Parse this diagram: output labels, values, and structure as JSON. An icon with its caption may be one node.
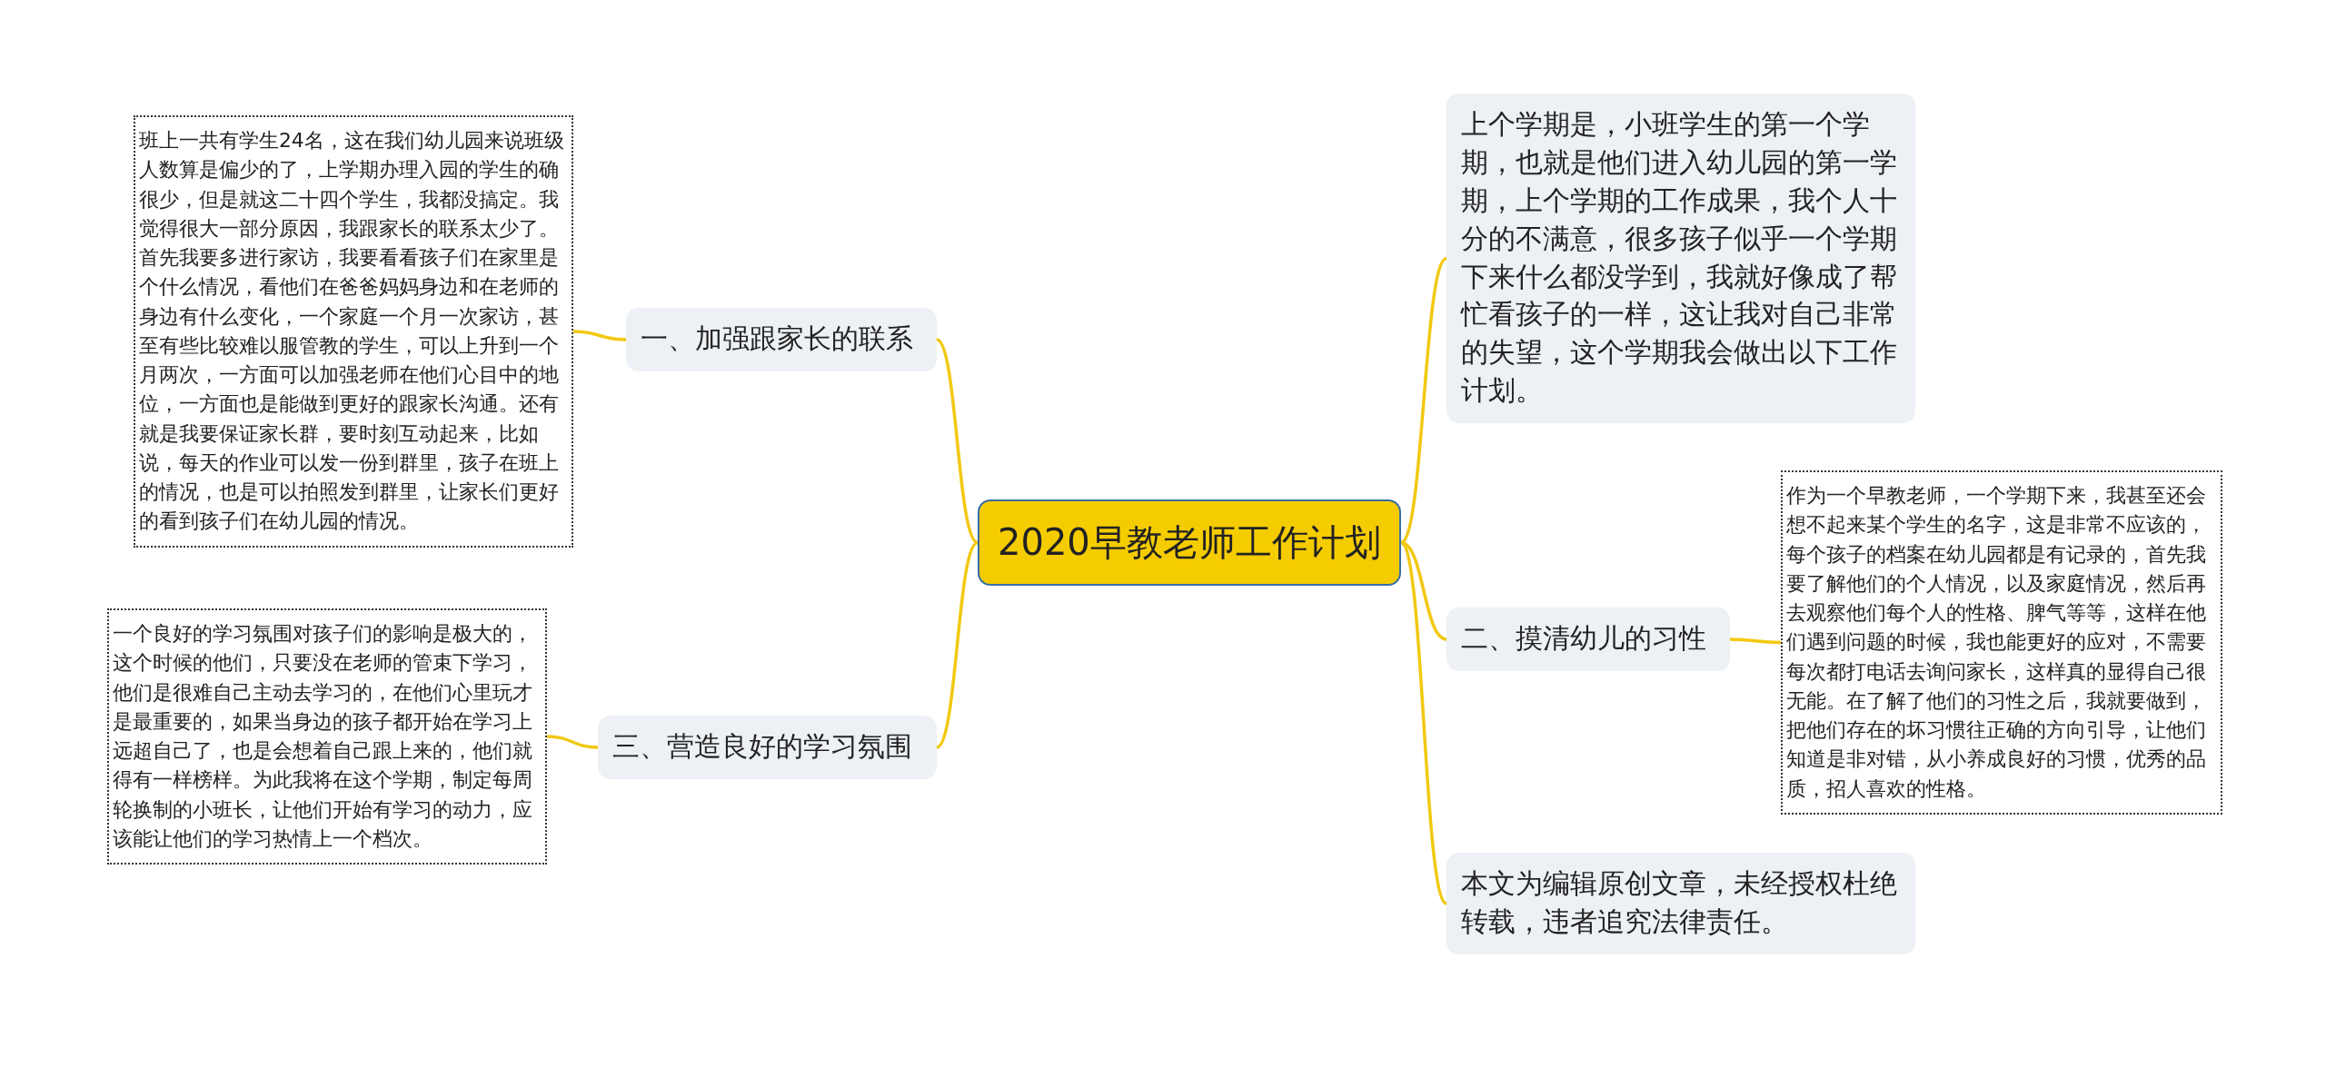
{
  "diagram": {
    "nodes": [
      {
        "text": [
          "2020早教老师工作计划"
        ]
      },
      {
        "text": [
          "一、加强跟家长的联系"
        ]
      },
      {
        "text": [
          "班上一共有学生24名，这在我们幼儿园来说班级人数算是偏少的了，上学期办理入园的学生的确很少，但是就这二十四个学生，我都没搞定。我觉得很大一部分原因，我跟家长的联系太少了。首先我要多进行家访，我要看看孩子们在家里是个什么情况，看他们在爸爸妈妈身边和在老师的身边有什么变化，一个家庭一个月一次家访，甚至有些比较难以服管教的学生，可以上升到一个月两次，一方面可以加强老师在他们心目中的地位，一方面也是能做到更好的跟家长沟通。还有就是我要保证家长群，要时刻互动起来，比如说，每天的作业可以发一份到群里，孩子在班上的情况，也是可以拍照发到群里，让家长们更好的看到孩子们在幼儿园的情况。"
        ]
      },
      {
        "text": [
          "三、营造良好的学习氛围"
        ]
      },
      {
        "text": [
          "一个良好的学习氛围对孩子们的影响是极大的，这个时候的他们，只要没在老师的管束下学习，他们是很难自己主动去学习的，在他们心里玩才是最重要的，如果当身边的孩子都开始在学习上远超自己了，也是会想着自己跟上来的，他们就得有一样榜样。为此我将在这个学期，制定每周轮换制的小班长，让他们开始有学习的动力，应该能让他们的学习热情上一个档次。"
        ]
      },
      {
        "text": [
          "上个学期是，小班学生的第一个学期，也就是他们进入幼儿园的第一学期，上个学期的工作成果，我个人十分的不满意，很多孩子似乎一个学期下来什么都没学到，我就好像成了帮忙看孩子的一样，这让我对自己非常的失望，这个学期我会做出以下工作计划。"
        ]
      },
      {
        "text": [
          "二、摸清幼儿的习性"
        ]
      },
      {
        "text": [
          "作为一个早教老师，一个学期下来，我甚至还会想不起来某个学生的名字，这是非常不应该的，每个孩子的档案在幼儿园都是有记录的，首先我要了解他们的个人情况，以及家庭情况，然后再去观察他们每个人的性格、脾气等等，这样在他们遇到问题的时候，我也能更好的应对，不需要每次都打电话去询问家长，这样真的显得自己很无能。在了解了他们的习性之后，我就要做到，把他们存在的坏习惯往正确的方向引导，让他们知道是非对错，从小养成良好的习惯，优秀的品质，招人喜欢的性格。"
        ]
      },
      {
        "text": [
          "本文为编辑原创文章，未经授权杜绝转载，违者追究法律责任。"
        ]
      }
    ],
    "edges": [
      {
        "from": 0,
        "to": 1,
        "arrow": "none"
      },
      {
        "from": 1,
        "to": 2,
        "arrow": "none"
      },
      {
        "from": 0,
        "to": 3,
        "arrow": "none"
      },
      {
        "from": 3,
        "to": 4,
        "arrow": "none"
      },
      {
        "from": 0,
        "to": 5,
        "arrow": "none"
      },
      {
        "from": 0,
        "to": 6,
        "arrow": "none"
      },
      {
        "from": 6,
        "to": 7,
        "arrow": "none"
      },
      {
        "from": 0,
        "to": 8,
        "arrow": "none"
      }
    ]
  }
}
